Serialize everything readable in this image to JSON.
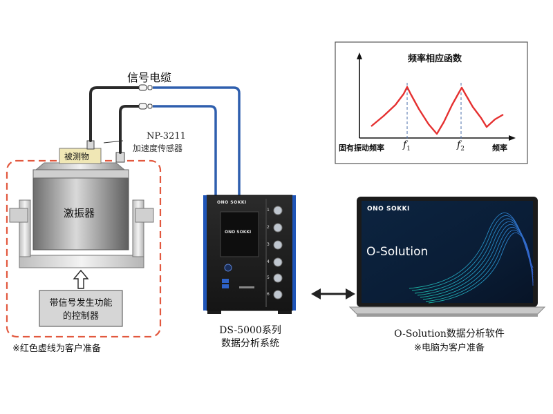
{
  "labels": {
    "signal_cable": "信号电缆",
    "sensor_model": "NP-3211",
    "sensor_name": "加速度传感器",
    "test_object": "被测物",
    "shaker": "激振器",
    "controller_line1": "带信号发生功能",
    "controller_line2": "的控制器",
    "customer_note_red": "※红色虚线为客户准备",
    "ds_line1": "DS-5000系列",
    "ds_line2": "数据分析系统",
    "software_line1": "O-Solution数据分析软件",
    "software_line2": "※电脑为客户准备"
  },
  "frf_chart": {
    "title": "频率相应函数",
    "x_label_natural": "固有振动频率",
    "x_label_freq": "频率",
    "f1": "f",
    "f1_sub": "1",
    "f2": "f",
    "f2_sub": "2"
  },
  "device": {
    "brand": "ONO SOKKI",
    "channel_numbers": [
      "1",
      "2",
      "3",
      "4",
      "5",
      "6"
    ]
  },
  "laptop": {
    "brand": "ONO SOKKI",
    "screen_title": "O-Solution"
  },
  "colors": {
    "cable_blue": "#2f5fae",
    "cable_black": "#2a2a2a",
    "dashed_red": "#e2583e",
    "curve_red": "#e53030",
    "device_accent": "#1f55b8"
  }
}
